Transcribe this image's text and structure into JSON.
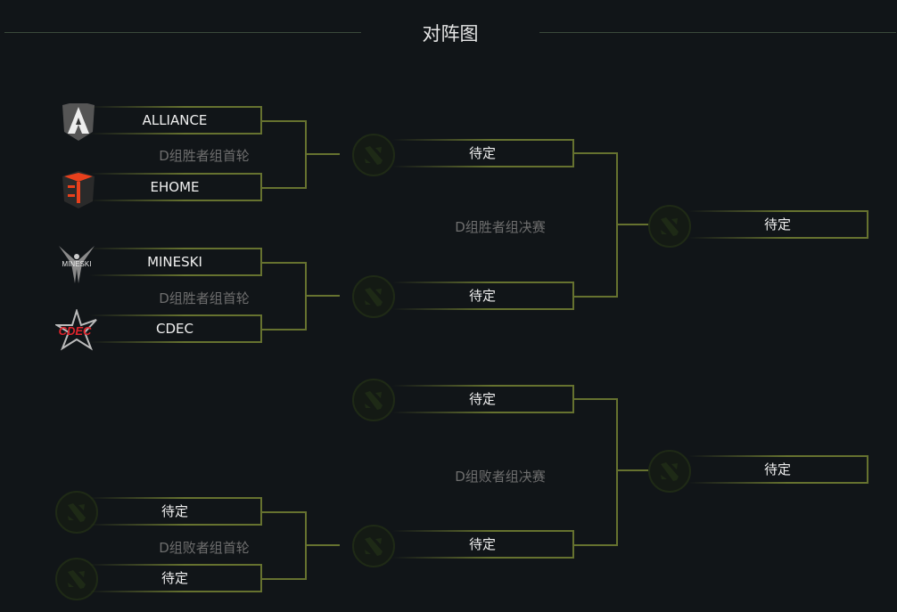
{
  "title": "对阵图",
  "upper_round1": {
    "label": "D组胜者组首轮",
    "matches": [
      {
        "team1": "ALLIANCE",
        "team2": "EHOME"
      },
      {
        "team1": "MINESKI",
        "team2": "CDEC"
      }
    ]
  },
  "upper_final": {
    "label": "D组胜者组决赛",
    "team1": "待定",
    "team2": "待定",
    "winner": "待定"
  },
  "lower_round1": {
    "label": "D组败者组首轮",
    "team1": "待定",
    "team2": "待定"
  },
  "lower_final": {
    "label": "D组败者组决赛",
    "team1": "待定",
    "team2": "待定",
    "winner": "待定"
  },
  "logo_text": {
    "mineski": "MINESKI",
    "cdec": "CDEC"
  },
  "colors": {
    "background": "#111518",
    "line": "#66722f",
    "label": "#6e6e6e"
  }
}
